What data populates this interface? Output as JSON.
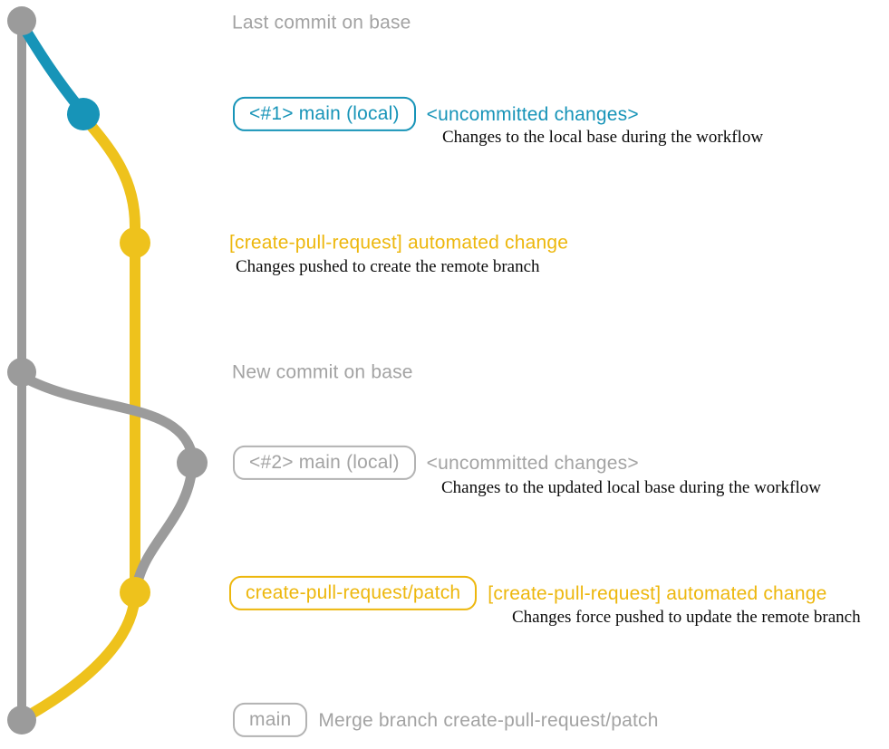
{
  "palette": {
    "graph_gray": "#9b9b9b",
    "graph_blue": "#1794b8",
    "graph_yellow": "#eec21c",
    "text_gray": "#a3a3a3",
    "badge_border_gray": "#b3b3b3",
    "text_blue": "#1794b8",
    "text_yellow": "#edb70d",
    "caption_black": "#0b0b0b",
    "background": "#ffffff"
  },
  "graph": {
    "nodes": [
      {
        "name": "last-commit-on-base",
        "color": "gray"
      },
      {
        "name": "uncommitted-changes-1",
        "color": "blue"
      },
      {
        "name": "automated-change-1",
        "color": "yellow"
      },
      {
        "name": "new-commit-on-base",
        "color": "gray"
      },
      {
        "name": "uncommitted-changes-2",
        "color": "gray"
      },
      {
        "name": "automated-change-2",
        "color": "yellow"
      },
      {
        "name": "merge-commit",
        "color": "gray"
      }
    ]
  },
  "annotations": {
    "row1": {
      "title": "Last commit on base"
    },
    "row2": {
      "badge": "<#1> main (local)",
      "title": "<uncommitted changes>",
      "caption": "Changes to the local base during the workflow"
    },
    "row3": {
      "title": "[create-pull-request] automated change",
      "caption": "Changes pushed to create the remote branch"
    },
    "row4": {
      "title": "New commit on base"
    },
    "row5": {
      "badge": "<#2> main (local)",
      "title": "<uncommitted changes>",
      "caption": "Changes to the updated local base during the workflow"
    },
    "row6": {
      "badge": "create-pull-request/patch",
      "title": "[create-pull-request] automated change",
      "caption": "Changes force pushed to update the remote branch"
    },
    "row7": {
      "badge": "main",
      "title": "Merge branch create-pull-request/patch"
    }
  }
}
